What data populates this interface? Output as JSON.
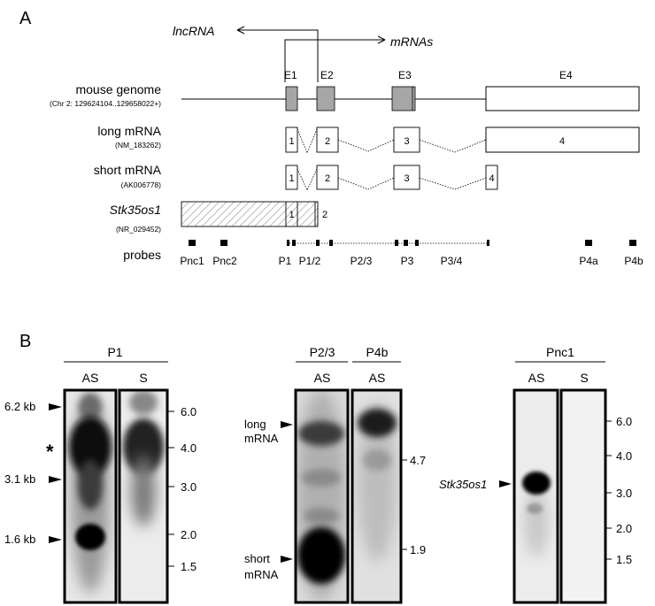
{
  "panel_a": {
    "label": "A",
    "arrow_lncrna": "lncRNA",
    "arrow_mrnas": "mRNAs",
    "exon_labels": [
      "E1",
      "E2",
      "E3",
      "E4"
    ],
    "rows": {
      "genome": {
        "name": "mouse genome",
        "sub": "(Chr 2: 129624104..129658022+)"
      },
      "long": {
        "name": "long mRNA",
        "sub": "(NM_183262)",
        "exons": [
          "1",
          "2",
          "3",
          "4"
        ]
      },
      "short": {
        "name": "short mRNA",
        "sub": "(AK006778)",
        "exons": [
          "1",
          "2",
          "3",
          "4"
        ]
      },
      "lnc": {
        "name": "Stk35os1",
        "sub": "(NR_029452)",
        "exons": [
          "1",
          "2"
        ]
      }
    },
    "probes_label": "probes",
    "probe_labels": [
      "Pnc1",
      "Pnc2",
      "P1",
      "P1/2",
      "P2/3",
      "P3",
      "P3/4",
      "P4a",
      "P4b"
    ]
  },
  "panel_b": {
    "label": "B",
    "blot1": {
      "probe": "P1",
      "lanes": [
        "AS",
        "S"
      ],
      "left_markers": [
        "6.2 kb",
        "3.1 kb",
        "1.6 kb"
      ],
      "star": "*",
      "ladder": [
        "6.0",
        "4.0",
        "3.0",
        "2.0",
        "1.5"
      ]
    },
    "blot2": {
      "probe_a": "P2/3",
      "probe_b": "P4b",
      "lanes": [
        "AS",
        "AS"
      ],
      "long_label": [
        "long",
        "mRNA"
      ],
      "short_label": [
        "short",
        "mRNA"
      ],
      "sizes": [
        "4.7",
        "1.9"
      ]
    },
    "blot3": {
      "probe": "Pnc1",
      "lanes": [
        "AS",
        "S"
      ],
      "band_label": "Stk35os1",
      "ladder": [
        "6.0",
        "4.0",
        "3.0",
        "2.0",
        "1.5"
      ]
    }
  }
}
